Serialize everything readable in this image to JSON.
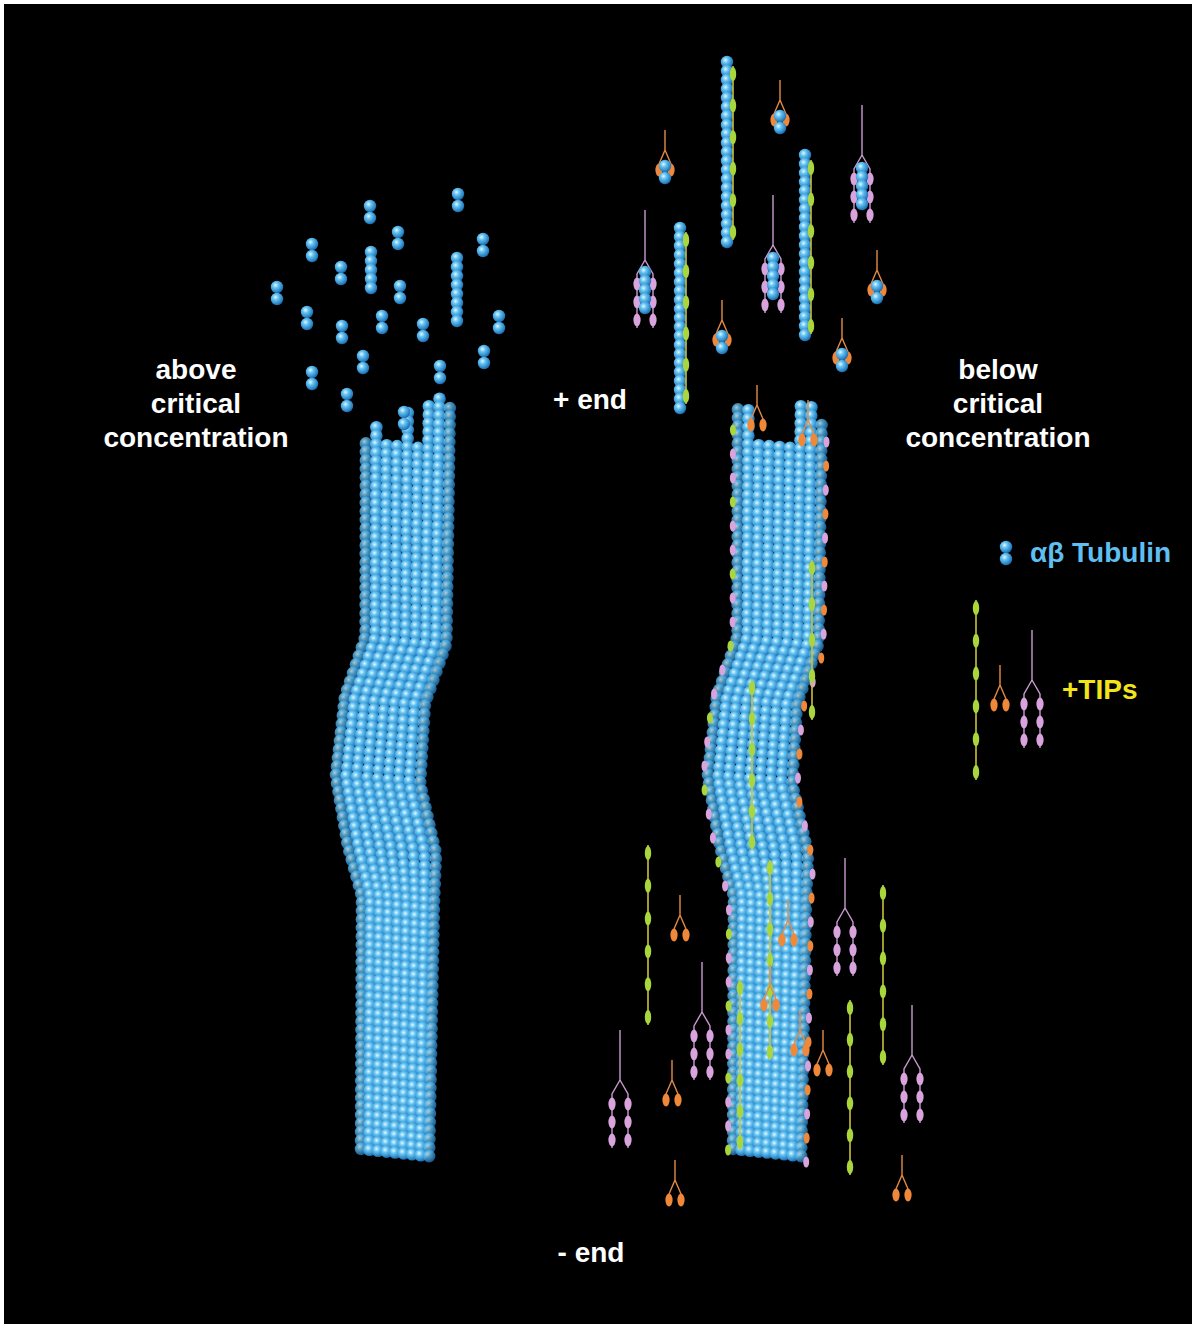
{
  "diagram": {
    "labels": [
      "above critical concentration",
      "+ end",
      "below critical concentration",
      "- end"
    ],
    "legend": [
      {
        "text": "αβ Tubulin"
      },
      {
        "text": "+TIPs"
      }
    ]
  }
}
